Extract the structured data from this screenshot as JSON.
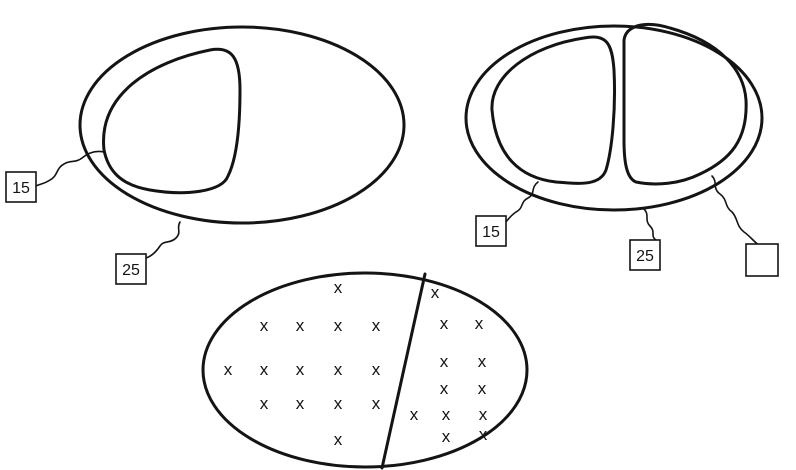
{
  "figure": {
    "left_pair": {
      "labels": {
        "inner": "15",
        "outer": "25"
      }
    },
    "right_pair": {
      "labels": {
        "left": "15",
        "middle": "25",
        "right": ""
      }
    },
    "bottom_panel": {
      "mark_symbol": "x",
      "left_region_rows": [
        1,
        4,
        5,
        4,
        1
      ],
      "right_region_rows": [
        1,
        2,
        2,
        2,
        3
      ]
    }
  }
}
